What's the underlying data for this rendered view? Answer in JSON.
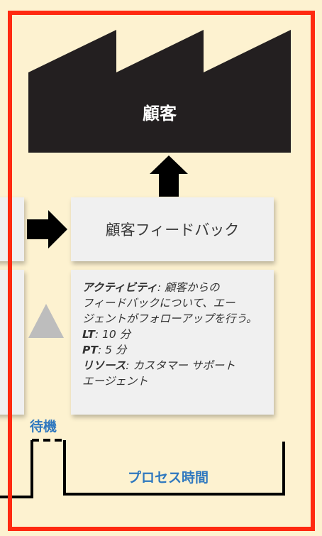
{
  "diagram": {
    "factory_label": "顧客",
    "process_box": {
      "title": "顧客フィードバック"
    },
    "details": {
      "activity_key": "アクティビティ",
      "activity_line1": ": 顧客からの",
      "activity_line2": "フィードバックについて、エー",
      "activity_line3": "ジェントがフォローアップを行う。",
      "lt_key": "LT",
      "lt_value": ": 10 分",
      "pt_key": "PT",
      "pt_value": ": 5 分",
      "resource_key": "リソース",
      "resource_line1": ": カスタマー サポート",
      "resource_line2": "エージェント"
    },
    "timeline": {
      "wait_label": "待機",
      "process_label": "プロセス時間"
    },
    "colors": {
      "frame": "#ff2a10",
      "background": "#fdf2d0",
      "factory": "#231f20",
      "label_blue": "#2f78bf",
      "triangle": "#bdbdbd"
    }
  }
}
